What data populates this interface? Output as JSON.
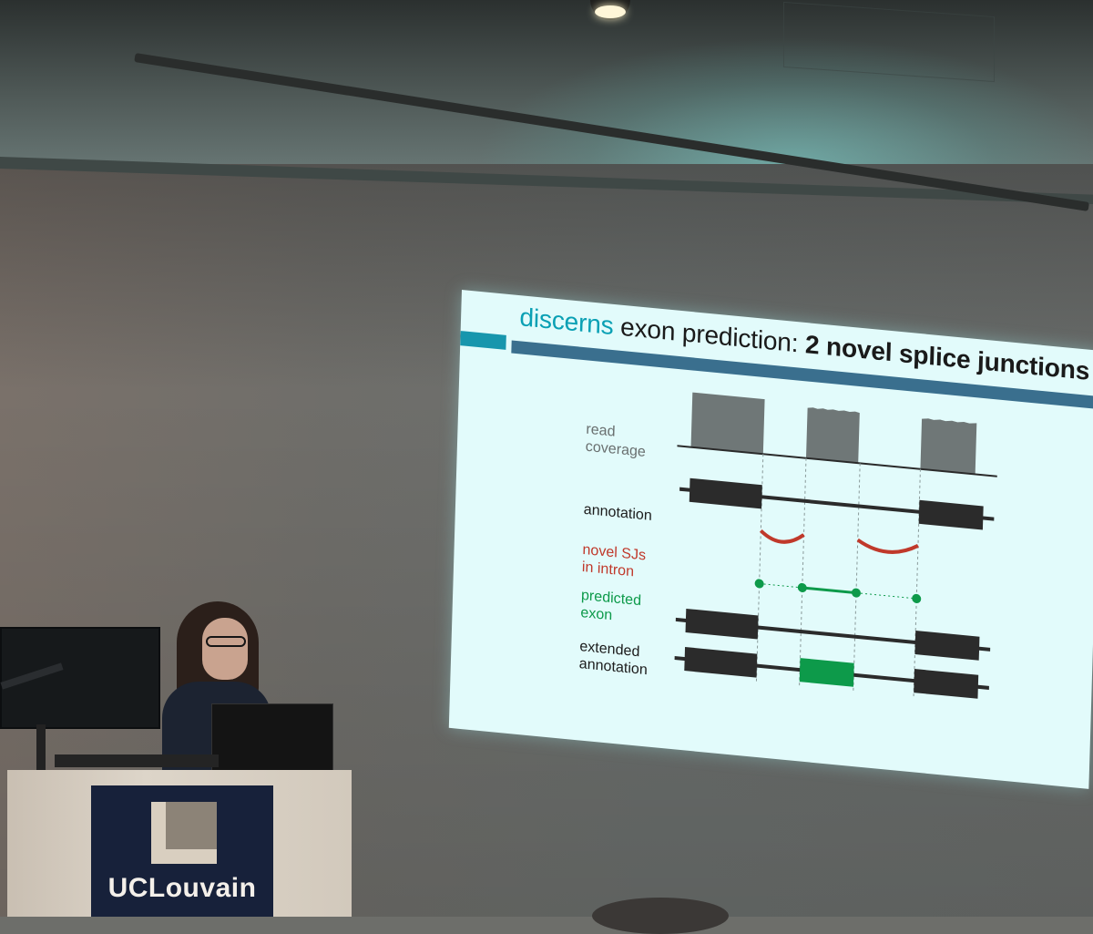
{
  "slide": {
    "title_keyword": "discerns",
    "title_middle": " exon prediction: ",
    "title_bold": "2 novel splice junctions",
    "labels": {
      "read_coverage_1": "read",
      "read_coverage_2": "coverage",
      "annotation": "annotation",
      "novel_sjs_1": "novel SJs",
      "novel_sjs_2": "in intron",
      "predicted_1": "predicted",
      "predicted_2": "exon",
      "extended_1": "extended",
      "extended_2": "annotation"
    },
    "colors": {
      "keyword": "#0aa0b4",
      "splice_junction": "#c0392b",
      "predicted_exon": "#0d9a4a",
      "exon_block": "#2b2b2b",
      "coverage": "#6f7777"
    }
  },
  "podium": {
    "logo_text": "UCLouvain"
  }
}
